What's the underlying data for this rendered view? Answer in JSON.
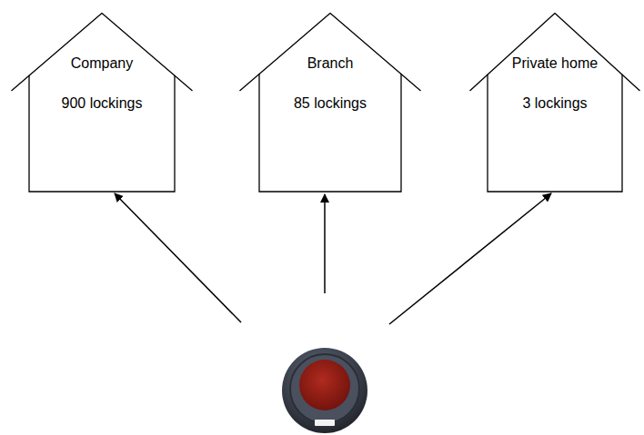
{
  "diagram": {
    "nodes": [
      {
        "text": [
          "Company",
          "900 lockings"
        ]
      },
      {
        "text": [
          "Branch",
          "85 lockings"
        ]
      },
      {
        "text": [
          "Private home",
          "3 lockings"
        ]
      }
    ]
  }
}
